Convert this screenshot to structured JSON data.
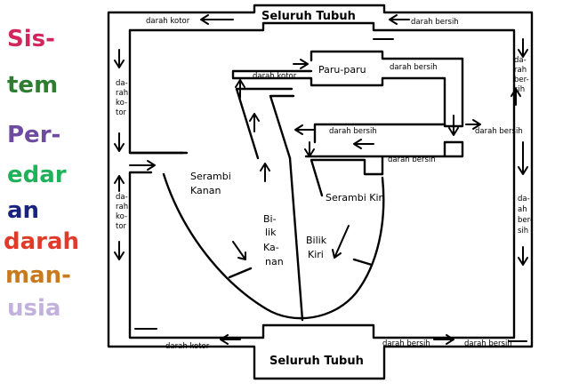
{
  "title_lines": [
    {
      "text": "Sis-",
      "color": "#d3245c"
    },
    {
      "text": "tem",
      "color": "#2e7d32"
    },
    {
      "text": "Per-",
      "color": "#6d4ba0"
    },
    {
      "text": "edar",
      "color": "#20b15a"
    },
    {
      "text": "an",
      "color": "#1a237e"
    },
    {
      "text": "darah",
      "color": "#e03a2a"
    },
    {
      "text": "man-",
      "color": "#c97a1e"
    },
    {
      "text": "usia",
      "color": "#c2b1dd"
    }
  ],
  "boxes": {
    "top_body": "Seluruh Tubuh",
    "bottom_body": "Seluruh Tubuh",
    "lungs": "Paru-paru"
  },
  "chambers": {
    "right_atrium": [
      "Serambi",
      "Kanan"
    ],
    "left_atrium": "Serambi Kiri",
    "right_ventricle": [
      "Bi-",
      "lik",
      "Ka-",
      "nan"
    ],
    "left_ventricle": [
      "Bilik",
      "Kiri"
    ]
  },
  "flow_labels": {
    "top_left": "darah kotor",
    "top_right": "darah bersih",
    "pulmonary_artery": "darah kotor",
    "lungs_right": "darah bersih",
    "pulmonary_vein_1": "darah bersih",
    "pulmonary_vein_2": "darah bersih",
    "aorta_right": "darah bersih",
    "bottom_left": "darah kotor",
    "bottom_mid": "darah bersih",
    "bottom_right": "darah bersih"
  },
  "vertical_labels": {
    "left_upper": [
      "da-",
      "rah",
      "ko-",
      "tor"
    ],
    "left_lower": [
      "da-",
      "rah",
      "ko-",
      "tor"
    ],
    "right_upper": [
      "da-",
      "rah",
      "ber-",
      "sih"
    ],
    "right_lower": [
      "da-",
      "ah",
      "ber-",
      "sih"
    ]
  }
}
